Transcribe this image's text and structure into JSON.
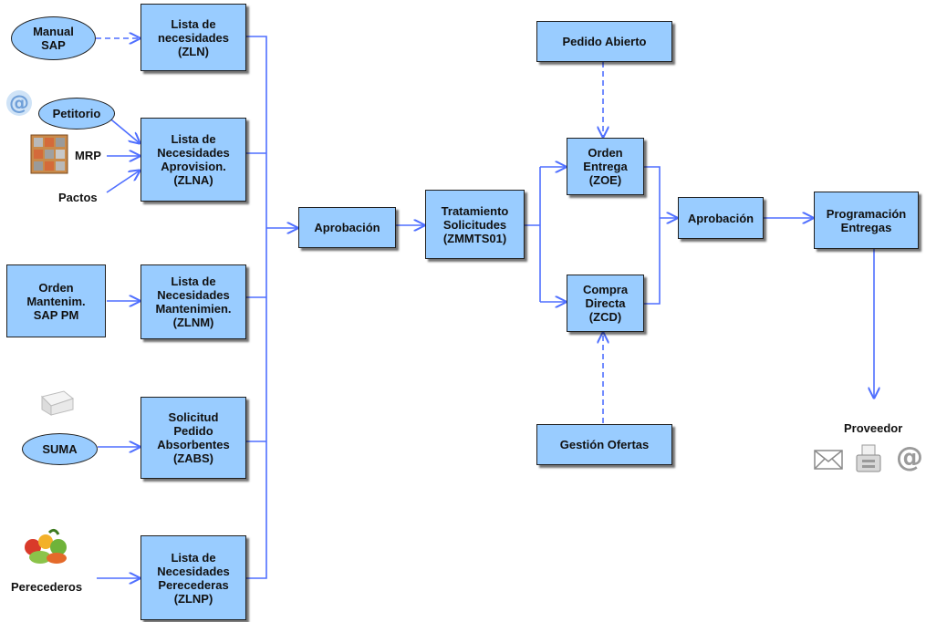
{
  "colors": {
    "box_fill": "#99ccff",
    "border": "#1f1f1f",
    "arrow": "#4f6fff"
  },
  "sources": {
    "manual_sap": "Manual\nSAP",
    "petitorio": "Petitorio",
    "mrp": "MRP",
    "pactos": "Pactos",
    "orden_mantenim": "Orden\nMantenim.\nSAP PM",
    "suma": "SUMA",
    "perecederos": "Perecederos"
  },
  "lists": {
    "zln": "Lista de\nnecesidades\n(ZLN)",
    "zlna": "Lista de\nNecesidades\nAprovision.\n(ZLNA)",
    "zlnm": "Lista de\nNecesidades\nMantenimien.\n(ZLNM)",
    "zabs": "Solicitud\nPedido\nAbsorbentes\n(ZABS)",
    "zlnp": "Lista de\nNecesidades\nPerecederas\n(ZLNP)"
  },
  "process": {
    "aprobacion_1": "Aprobación",
    "tratamiento": "Tratamiento\nSolicitudes\n(ZMMTS01)",
    "pedido_abierto": "Pedido Abierto",
    "orden_entrega": "Orden\nEntrega\n(ZOE)",
    "compra_directa": "Compra\nDirecta\n(ZCD)",
    "gestion_ofertas": "Gestión Ofertas",
    "aprobacion_2": "Aprobación",
    "programacion": "Programación\nEntregas",
    "proveedor": "Proveedor"
  },
  "icons": [
    "at-sign-icon",
    "shelving-icon",
    "paper-stack-icon",
    "produce-icon",
    "envelope-icon",
    "fax-icon",
    "at-sign-icon"
  ]
}
